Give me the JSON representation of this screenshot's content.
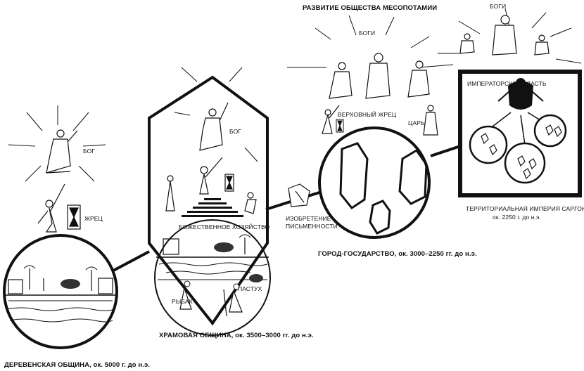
{
  "title": "РАЗВИТИЕ ОБЩЕСТВА МЕСОПОТАМИИ",
  "stages": [
    {
      "id": "village",
      "caption": "ДЕРЕВЕНСКАЯ ОБЩИНА, ок. 5000 г. до н.э.",
      "god": "БОГ",
      "priest": "ЖРЕЦ"
    },
    {
      "id": "temple",
      "caption": "ХРАМОВАЯ ОБЩИНА, ок. 3500–3000 гг. до н.э.",
      "god": "БОГ",
      "economy": "БОЖЕСТВЕННОЕ ХОЗЯЙСТВО",
      "fisher": "РЫБАК",
      "shepherd": "ПАСТУХ"
    },
    {
      "id": "city",
      "caption": "ГОРОД-ГОСУДАРСТВО, ок. 3000–2250 гг. до н.э.",
      "gods": "БОГИ",
      "high_priest": "ВЕРХОВНЫЙ ЖРЕЦ",
      "king": "ЦАРЬ"
    },
    {
      "id": "empire",
      "caption_line1": "ТЕРРИТОРИАЛЬНАЯ ИМПЕРИЯ САРГОНА,",
      "caption_line2": "ок. 2250 г. до н.э.",
      "gods": "БОГИ",
      "power": "ИМПЕРАТОРСКАЯ ВЛАСТЬ"
    }
  ],
  "writing_line1": "ИЗОБРЕТЕНИЕ",
  "writing_line2": "ПИСЬМЕННОСТИ",
  "colors": {
    "ink": "#111111",
    "paper": "#ffffff"
  }
}
